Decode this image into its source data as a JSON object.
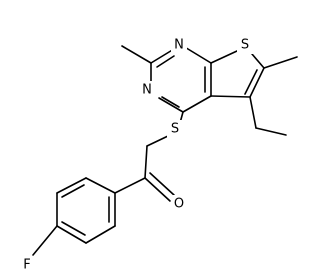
{
  "molecule": {
    "atoms": {
      "S_ring": "S",
      "N_top": "N",
      "N_left": "N",
      "S_link": "S",
      "O": "O",
      "F": "F"
    }
  }
}
